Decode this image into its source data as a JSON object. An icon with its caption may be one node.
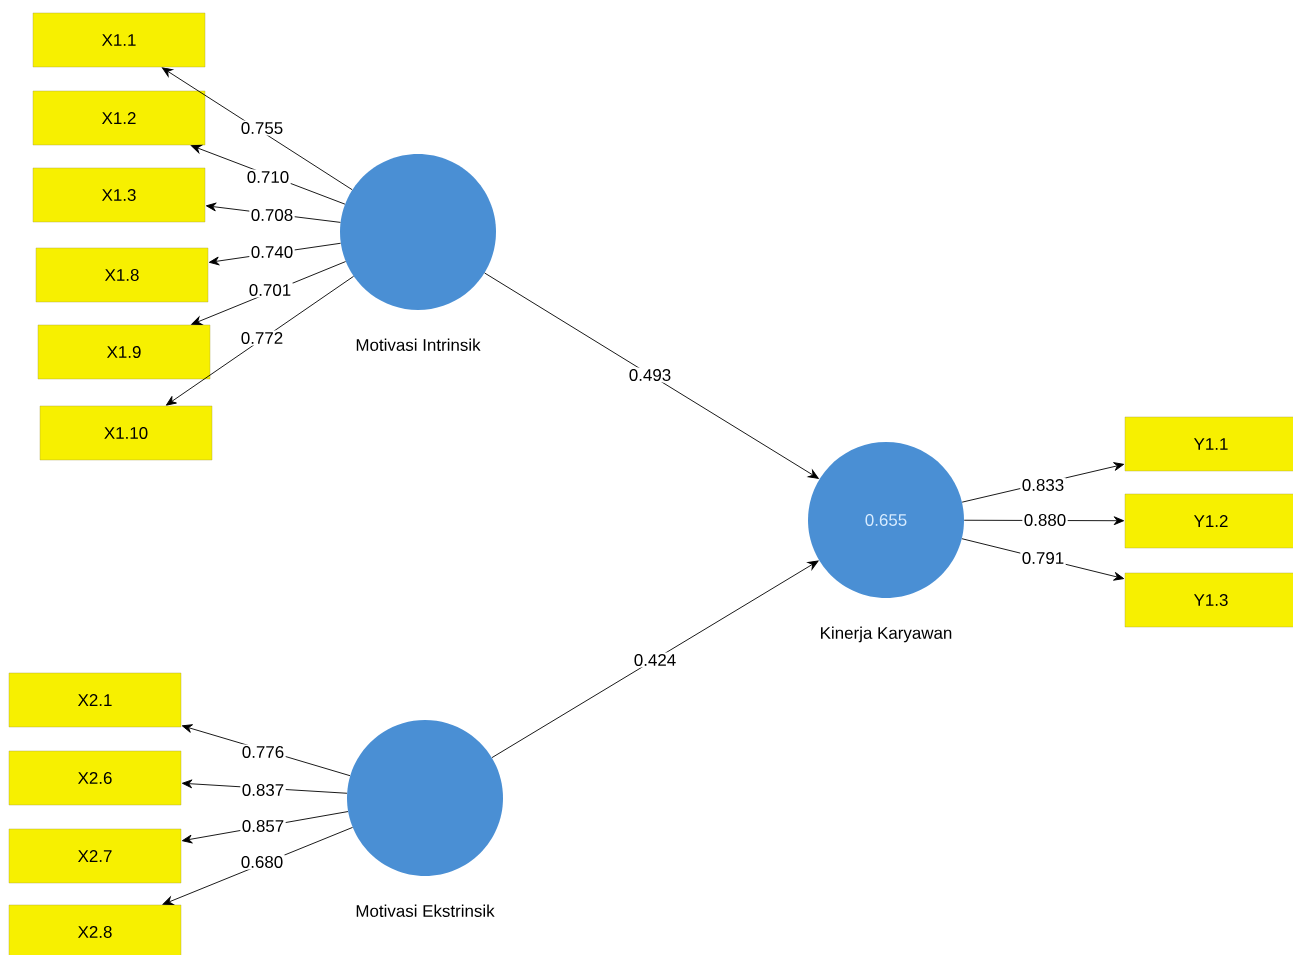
{
  "diagram": {
    "nodes": [
      {
        "text": [
          "X1.1"
        ]
      },
      {
        "text": [
          "X1.2"
        ]
      },
      {
        "text": [
          "X1.3"
        ]
      },
      {
        "text": [
          "X1.8"
        ]
      },
      {
        "text": [
          "X1.9"
        ]
      },
      {
        "text": [
          "X1.10"
        ]
      },
      {
        "text": [],
        "shape": "circle",
        "beside": [
          "Motivasi Intrinsik"
        ]
      },
      {
        "text": [
          "0.655"
        ],
        "beside": [
          "Kinerja Karyawan"
        ]
      },
      {
        "text": [
          "Y1.1"
        ]
      },
      {
        "text": [
          "Y1.2"
        ]
      },
      {
        "text": [
          "Y1.3"
        ]
      },
      {
        "text": [
          "X2.1"
        ]
      },
      {
        "text": [
          "X2.6"
        ]
      },
      {
        "text": [
          "X2.7"
        ]
      },
      {
        "text": [
          "X2.8"
        ]
      },
      {
        "text": [],
        "shape": "circle",
        "beside": [
          "Motivasi Ekstrinsik"
        ]
      }
    ],
    "edges": [
      {
        "from": 6,
        "to": 0,
        "arrow": "to",
        "label": "0.755"
      },
      {
        "from": 6,
        "to": 1,
        "arrow": "to",
        "label": "0.710"
      },
      {
        "from": 6,
        "to": 2,
        "arrow": "to",
        "label": "0.708"
      },
      {
        "from": 6,
        "to": 3,
        "arrow": "to",
        "label": "0.740"
      },
      {
        "from": 6,
        "to": 4,
        "arrow": "to",
        "label": "0.701"
      },
      {
        "from": 6,
        "to": 5,
        "arrow": "to",
        "label": "0.772"
      },
      {
        "from": 6,
        "to": 7,
        "arrow": "to",
        "label": "0.493"
      },
      {
        "from": 15,
        "to": 7,
        "arrow": "to",
        "label": "0.424"
      },
      {
        "from": 7,
        "to": 8,
        "arrow": "to",
        "label": "0.833"
      },
      {
        "from": 7,
        "to": 9,
        "arrow": "to",
        "label": "0.880"
      },
      {
        "from": 7,
        "to": 10,
        "arrow": "to",
        "label": "0.791"
      },
      {
        "from": 15,
        "to": 11,
        "arrow": "to",
        "label": "0.776"
      },
      {
        "from": 15,
        "to": 12,
        "arrow": "to",
        "label": "0.837"
      },
      {
        "from": 15,
        "to": 13,
        "arrow": "to",
        "label": "0.857"
      },
      {
        "from": 15,
        "to": 14,
        "arrow": "to",
        "label": "0.680"
      }
    ]
  }
}
